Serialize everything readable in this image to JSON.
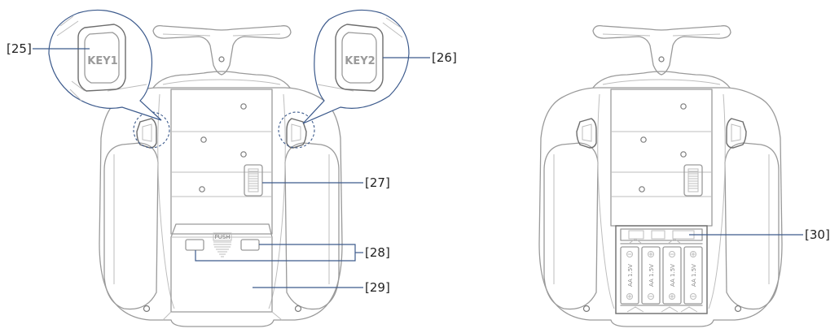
{
  "callouts": {
    "c25": "[25]",
    "c26": "[26]",
    "c27": "[27]",
    "c28": "[28]",
    "c29": "[29]",
    "c30": "[30]"
  },
  "key_labels": {
    "key1": "KEY1",
    "key2": "KEY2"
  },
  "push_label": "PUSH",
  "battery_labels": [
    "AA 1.5V",
    "AA 1.5V",
    "AA 1.5V",
    "AA 1.5V"
  ],
  "colors": {
    "callout_line": "#3c5a8c",
    "line_art": "#9a9a9a",
    "text": "#222222"
  }
}
